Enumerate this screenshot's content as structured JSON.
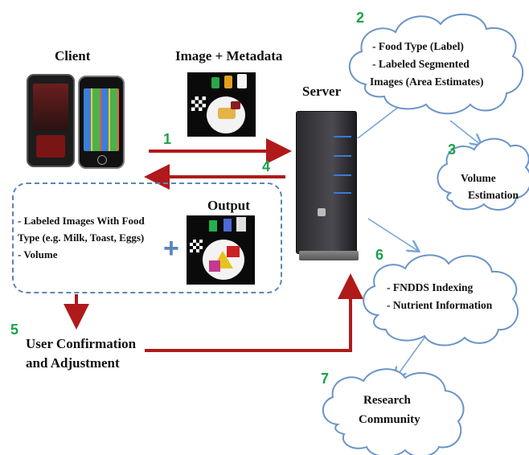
{
  "labels": {
    "client": "Client",
    "image_metadata": "Image + Metadata",
    "server": "Server",
    "output": "Output",
    "user_confirmation_line1": "User Confirmation",
    "user_confirmation_line2": "and Adjustment"
  },
  "steps": {
    "s1": "1",
    "s2": "2",
    "s3": "3",
    "s4": "4",
    "s5": "5",
    "s6": "6",
    "s7": "7"
  },
  "clouds": {
    "food_type": {
      "line1": "- Food Type (Label)",
      "line2": "- Labeled Segmented",
      "line3": "Images (Area Estimates)"
    },
    "volume": {
      "line1": "Volume",
      "line2": "Estimation"
    },
    "fndds": {
      "line1": "- FNDDS Indexing",
      "line2": "- Nutrient Information"
    },
    "research": {
      "line1": "Research",
      "line2": "Community"
    }
  },
  "output_box": {
    "line1": "- Labeled Images With Food",
    "line2": "Type  (e.g. Milk, Toast, Eggs)",
    "line3": "- Volume",
    "plus": "+"
  },
  "colors": {
    "arrow_red": "#b01a1a",
    "arrow_blue": "#7aa6d6",
    "step_green": "#1aa34a",
    "box_border": "#5a86b8"
  },
  "icons": [
    "phone-nokia-icon",
    "phone-iphone-icon",
    "food-photo-input-icon",
    "food-photo-output-icon",
    "server-tower-icon"
  ]
}
